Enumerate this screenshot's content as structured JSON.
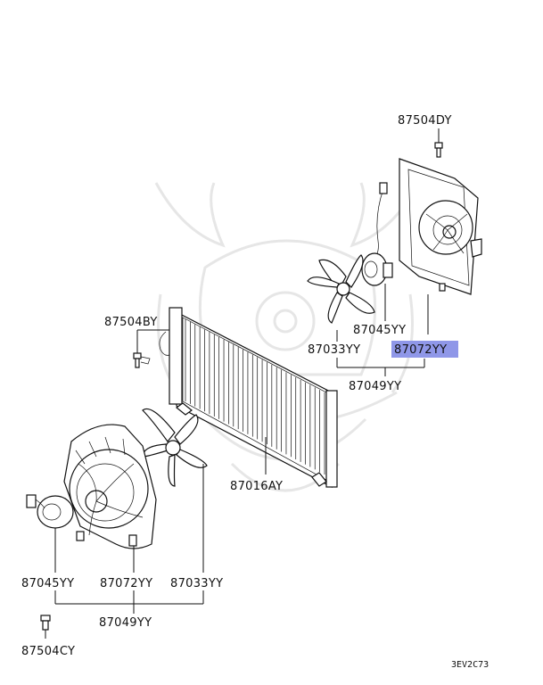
{
  "diagram": {
    "highlight_color": "#8f97e8",
    "watermark_icon": "samurai-helmet-watermark",
    "reference_code": "3EV2C73",
    "labels": {
      "bolt_top": "87504DY",
      "motor_upper": "87045YY",
      "fan_upper": "87033YY",
      "shroud_upper": "87072YY",
      "kit_upper": "87049YY",
      "bolt_left": "87504BY",
      "condenser": "87016AY",
      "motor_lower": "87045YY",
      "shroud_lower": "87072YY",
      "fan_lower": "87033YY",
      "kit_lower": "87049YY",
      "bolt_bottom": "87504CY"
    }
  }
}
